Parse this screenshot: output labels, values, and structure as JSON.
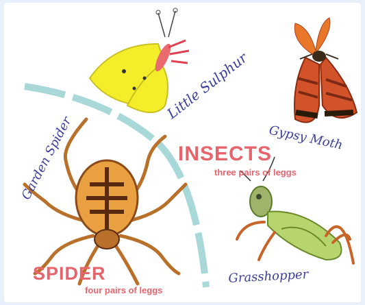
{
  "labels": {
    "little_sulphur": "Little Sulphur",
    "gypsy_moth": "Gypsy Moth",
    "garden_spider": "Garden Spider",
    "grasshopper": "Grasshopper"
  },
  "groups": {
    "insects": {
      "title": "INSECTS",
      "subtitle": "three pairs of leggs"
    },
    "spider": {
      "title": "SPIDER",
      "subtitle": "four pairs of leggs"
    }
  },
  "colors": {
    "divider": "#a8d8d8",
    "group_text": "#e8646d",
    "handwriting": "#3a3f9a",
    "butterfly": "#f4ee2a",
    "moth": "#d2522a",
    "spider": "#b8702a",
    "grasshopper": "#b6d56e"
  }
}
